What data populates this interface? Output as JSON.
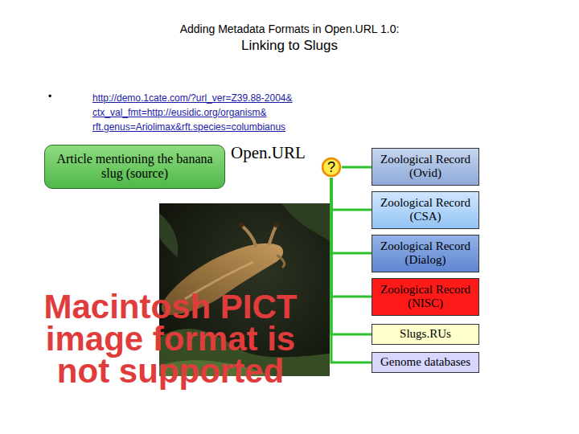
{
  "diagram": {
    "title": "Linking to Slugs",
    "nodes": [
      {
        "text": [
          "Article mentioning the banana slug (source)"
        ]
      },
      {
        "text": [
          "?"
        ]
      },
      {
        "text": [
          "Zoological Record (Ovid)"
        ]
      },
      {
        "text": [
          "Zoological Record (CSA)"
        ]
      },
      {
        "text": [
          "Zoological Record (Dialog)"
        ]
      },
      {
        "text": [
          "Zoological Record (NISC)"
        ]
      },
      {
        "text": [
          "Slugs.RUs"
        ]
      },
      {
        "text": [
          "Genome databases"
        ]
      }
    ],
    "edges": [
      {
        "from": 1,
        "to": 2,
        "arrow": "none"
      },
      {
        "from": 1,
        "to": 3,
        "arrow": "none"
      },
      {
        "from": 1,
        "to": 4,
        "arrow": "none"
      },
      {
        "from": 1,
        "to": 5,
        "arrow": "none"
      },
      {
        "from": 1,
        "to": 6,
        "arrow": "none"
      },
      {
        "from": 1,
        "to": 7,
        "arrow": "none"
      }
    ],
    "labels": [
      "Adding Metadata Formats in Open.URL 1.0:",
      "•",
      "http://demo.1cate.com/?url_ver=Z39.88-2004& ctx_val_fmt=http://eusidic.org/organism& rft.genus=Ariolimax&rft.species=columbianus",
      "Open.URL",
      "Macintosh PICT image format is not supported"
    ]
  }
}
